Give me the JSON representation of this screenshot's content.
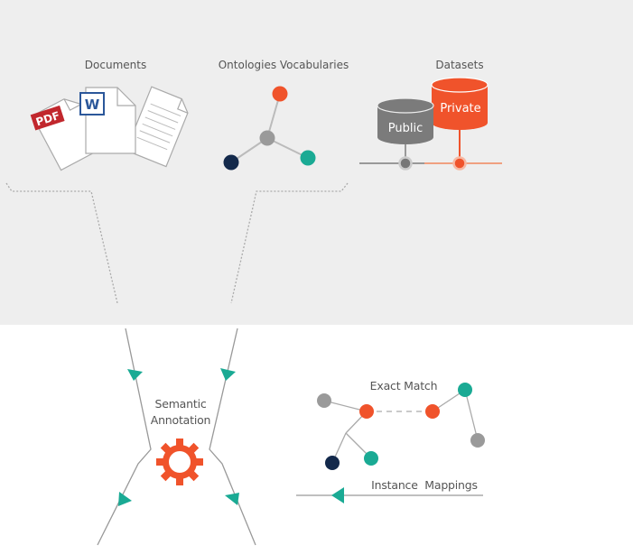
{
  "sources": {
    "documents": {
      "label": "Documents",
      "pdf_badge": "PDF",
      "word_badge": "W"
    },
    "ontologies": {
      "label": "Ontologies Vocabularies"
    },
    "datasets": {
      "label": "Datasets",
      "public_label": "Public",
      "private_label": "Private"
    }
  },
  "process": {
    "line1": "Semantic",
    "line2": "Annotation"
  },
  "mapping": {
    "exact_match": "Exact Match",
    "instance_mappings": "Instance  Mappings"
  },
  "colors": {
    "background_top": "#eeeeee",
    "orange": "#f0532b",
    "teal": "#1aaa94",
    "navy": "#13294b",
    "gray_node": "#9a9a9a",
    "line_gray": "#999999",
    "pdf_red": "#c1272d",
    "word_blue": "#2b579a",
    "public_gray": "#7b7b7b"
  }
}
